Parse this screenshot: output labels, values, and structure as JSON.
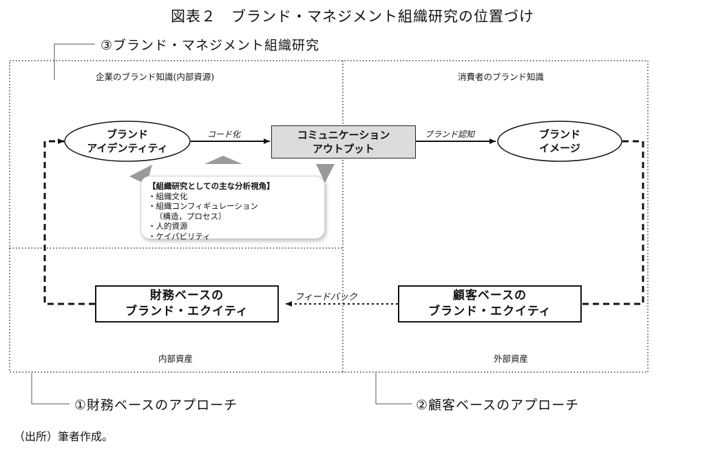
{
  "title": "図表２　ブランド・マネジメント組織研究の位置づけ",
  "sections": {
    "org_research": "③ブランド・マネジメント組織研究",
    "financial_approach": "①財務ベースのアプローチ",
    "customer_approach": "②顧客ベースのアプローチ"
  },
  "quadrants": {
    "top_left": "企業のブランド知識(内部資源)",
    "top_right": "消費者のブランド知識",
    "bottom_left": "内部資産",
    "bottom_right": "外部資産"
  },
  "nodes": {
    "brand_identity": [
      "ブランド",
      "アイデンティティ"
    ],
    "communication_output": [
      "コミュニケーション",
      "アウトプット"
    ],
    "brand_image": [
      "ブランド",
      "イメージ"
    ],
    "financial_equity": [
      "財務ベースの",
      "ブランド・エクイティ"
    ],
    "customer_equity": [
      "顧客ベースの",
      "ブランド・エクイティ"
    ]
  },
  "arrow_labels": {
    "encoding": "コード化",
    "brand_recognition": "ブランド認知",
    "feedback": "フィードバック"
  },
  "callout": {
    "heading": "【組織研究としての主な分析視角】",
    "items": [
      "・組織文化",
      "・組織コンフィギュレーション",
      "（構造，プロセス）",
      "・人的資源",
      "・ケイパビリティ"
    ]
  },
  "source_note": "（出所）筆者作成。"
}
